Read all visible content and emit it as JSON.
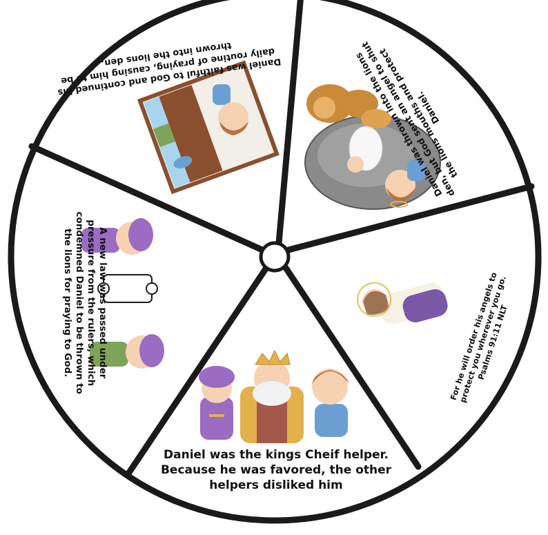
{
  "colors": {
    "outline": "#1a1a1a",
    "purple": "#9a6cc4",
    "gold": "#e3b04b",
    "skin": "#f6d2b3",
    "hair": "#b5733f",
    "blue": "#6b9fd4",
    "green": "#7ea35a",
    "lion": "#c98a3a",
    "rock": "#8a8a8a",
    "wall": "#8a4f2e",
    "sky": "#a8d4ee"
  },
  "segments": {
    "bottom": {
      "text": "Daniel was the kings Cheif helper. Because he was favored, the other helpers disliked him"
    },
    "left": {
      "text": "A new law was passed under pressure from the rulers, which condemned Daniel to be thrown to the lions for praying to God."
    },
    "top_left": {
      "text": "Daniel was faithful to God and continued his daily routine of praying, causing him to be thrown into the lions den."
    },
    "top_right": {
      "text": "Daniel was thrown into the lions den, but God sent an angel to shut the lions mouths and protect Daniel."
    },
    "right": {
      "text": "For he will order his angels to protect you wherever you go. Psalms 91:11 NLT"
    }
  }
}
